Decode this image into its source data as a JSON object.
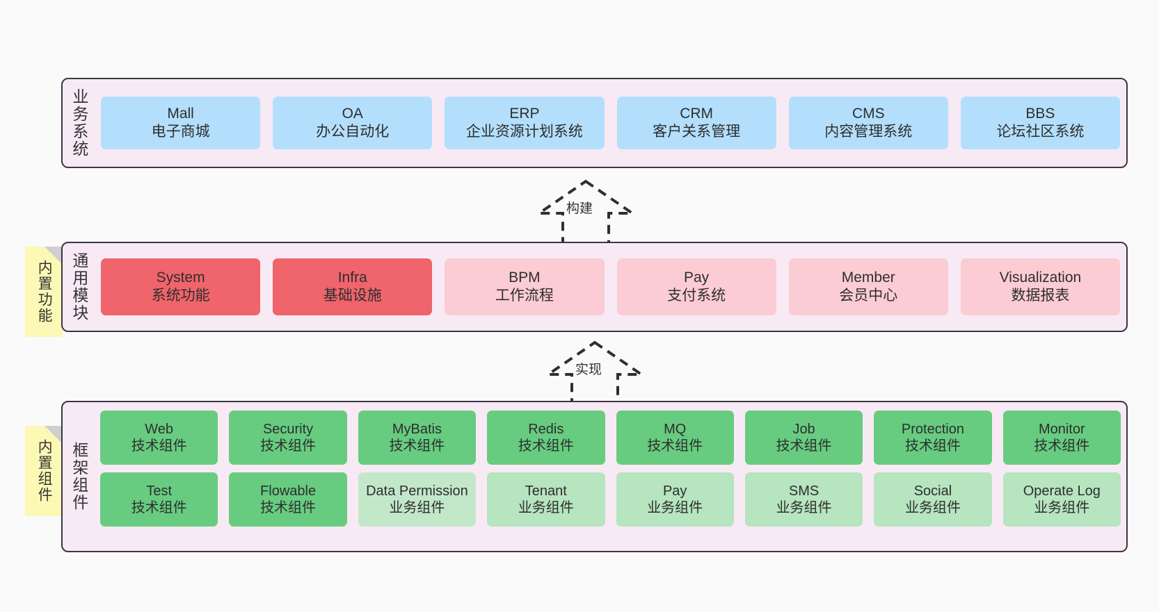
{
  "diagram": {
    "title": "yudao architecture layers",
    "background_color": "#fafafa",
    "panel_background": "#f8eaf4",
    "panel_border": "#3c3543",
    "note_color": "#fcf8b5"
  },
  "notes": [
    {
      "name": "builtin-features",
      "label": "内置功能"
    },
    {
      "name": "builtin-components",
      "label": "内置组件"
    }
  ],
  "connectors": [
    {
      "name": "build",
      "label": "构建",
      "style": "dashed-hollow-arrow"
    },
    {
      "name": "implement",
      "label": "实现",
      "style": "dashed-hollow-arrow"
    }
  ],
  "layers": [
    {
      "name": "business-systems",
      "title": "业务系统",
      "cards": [
        {
          "title": "Mall",
          "subtitle": "电子商城",
          "color": "#b3dffc"
        },
        {
          "title": "OA",
          "subtitle": "办公自动化",
          "color": "#b3dffc"
        },
        {
          "title": "ERP",
          "subtitle": "企业资源计划系统",
          "color": "#b3dffc"
        },
        {
          "title": "CRM",
          "subtitle": "客户关系管理",
          "color": "#b3dffc"
        },
        {
          "title": "CMS",
          "subtitle": "内容管理系统",
          "color": "#b3dffc"
        },
        {
          "title": "BBS",
          "subtitle": "论坛社区系统",
          "color": "#b3dffc"
        }
      ]
    },
    {
      "name": "common-modules",
      "title": "通用模块",
      "cards": [
        {
          "title": "System",
          "subtitle": "系统功能",
          "color": "#f0646b"
        },
        {
          "title": "Infra",
          "subtitle": "基础设施",
          "color": "#f0646b"
        },
        {
          "title": "BPM",
          "subtitle": "工作流程",
          "color": "#fbccd4"
        },
        {
          "title": "Pay",
          "subtitle": "支付系统",
          "color": "#fbccd4"
        },
        {
          "title": "Member",
          "subtitle": "会员中心",
          "color": "#fbccd4"
        },
        {
          "title": "Visualization",
          "subtitle": "数据报表",
          "color": "#fbccd4"
        }
      ]
    },
    {
      "name": "framework-components",
      "title": "框架组件",
      "rows": [
        [
          {
            "title": "Web",
            "subtitle": "技术组件",
            "color": "#67cc80"
          },
          {
            "title": "Security",
            "subtitle": "技术组件",
            "color": "#67cc80"
          },
          {
            "title": "MyBatis",
            "subtitle": "技术组件",
            "color": "#67cc80"
          },
          {
            "title": "Redis",
            "subtitle": "技术组件",
            "color": "#67cc80"
          },
          {
            "title": "MQ",
            "subtitle": "技术组件",
            "color": "#67cc80"
          },
          {
            "title": "Job",
            "subtitle": "技术组件",
            "color": "#67cc80"
          },
          {
            "title": "Protection",
            "subtitle": "技术组件",
            "color": "#67cc80"
          },
          {
            "title": "Monitor",
            "subtitle": "技术组件",
            "color": "#67cc80"
          }
        ],
        [
          {
            "title": "Test",
            "subtitle": "技术组件",
            "color": "#67cc80"
          },
          {
            "title": "Flowable",
            "subtitle": "技术组件",
            "color": "#67cc80"
          },
          {
            "title": "Data Permission",
            "subtitle": "业务组件",
            "color": "#c3e8c9",
            "wrap": true
          },
          {
            "title": "Tenant",
            "subtitle": "业务组件",
            "color": "#b6e5bf"
          },
          {
            "title": "Pay",
            "subtitle": "业务组件",
            "color": "#b6e5bf"
          },
          {
            "title": "SMS",
            "subtitle": "业务组件",
            "color": "#b6e5bf"
          },
          {
            "title": "Social",
            "subtitle": "业务组件",
            "color": "#b6e5bf"
          },
          {
            "title": "Operate Log",
            "subtitle": "业务组件",
            "color": "#b6e5bf"
          }
        ]
      ]
    }
  ]
}
